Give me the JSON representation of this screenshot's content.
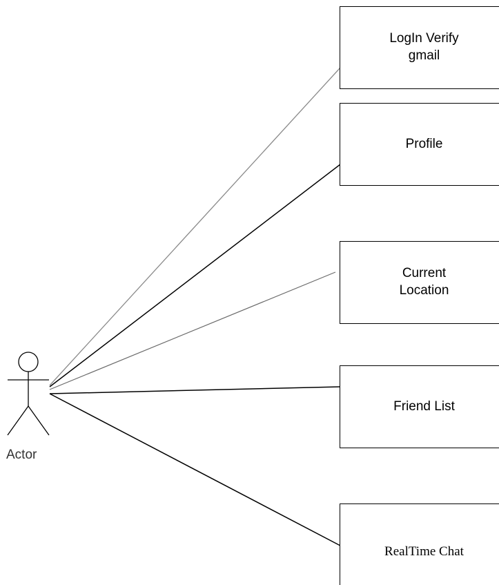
{
  "actor": {
    "label": "Actor"
  },
  "use_cases": [
    {
      "id": "login",
      "label": "LogIn Verify\ngmail"
    },
    {
      "id": "profile",
      "label": "Profile"
    },
    {
      "id": "current_location",
      "label": "Current\nLocation"
    },
    {
      "id": "friend_list",
      "label": "Friend List"
    },
    {
      "id": "realtime_chat",
      "label": "RealTime Chat"
    }
  ],
  "colors": {
    "line_dark": "#000000",
    "line_light": "#8a8a8a",
    "box_border": "#000000",
    "text": "#000000"
  }
}
